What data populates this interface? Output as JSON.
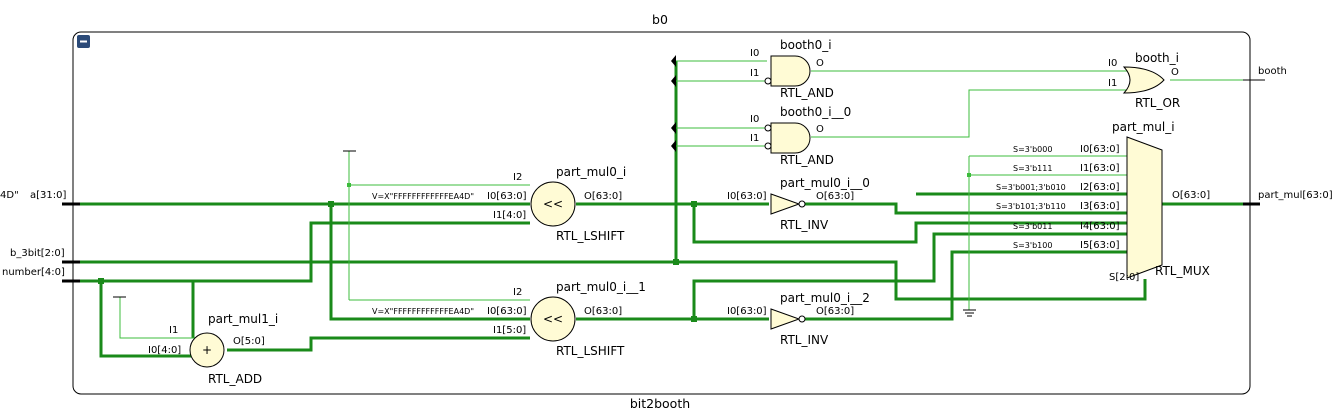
{
  "titles": {
    "top": "b0",
    "bottom": "bit2booth"
  },
  "ports": {
    "a": "a[31:0]",
    "b": "b_3bit[2:0]",
    "number": "number[4:0]",
    "booth": "booth",
    "part_mul": "part_mul[63:0]",
    "left_cut": "4D\""
  },
  "cells": {
    "booth0_i": {
      "name": "booth0_i",
      "type": "RTL_AND",
      "i0": "I0",
      "i1": "I1",
      "o": "O"
    },
    "booth0_i__0": {
      "name": "booth0_i__0",
      "type": "RTL_AND",
      "i0": "I0",
      "i1": "I1",
      "o": "O"
    },
    "booth_i": {
      "name": "booth_i",
      "type": "RTL_OR",
      "i0": "I0",
      "i1": "I1",
      "o": "O"
    },
    "part_mul_i": {
      "name": "part_mul_i",
      "type": "RTL_MUX",
      "sel": "S[2:0]",
      "out": "O[63:0]",
      "inputs": [
        {
          "pin": "I0[63:0]",
          "sel": "S=3'b000"
        },
        {
          "pin": "I1[63:0]",
          "sel": "S=3'b111"
        },
        {
          "pin": "I2[63:0]",
          "sel": "S=3'b001;3'b010"
        },
        {
          "pin": "I3[63:0]",
          "sel": "S=3'b101;3'b110"
        },
        {
          "pin": "I4[63:0]",
          "sel": "S=3'b011"
        },
        {
          "pin": "I5[63:0]",
          "sel": "S=3'b100"
        }
      ]
    },
    "part_mul0_i": {
      "name": "part_mul0_i",
      "type": "RTL_LSHIFT",
      "i2": "I2",
      "i0": "I0[63:0]",
      "i1": "I1[4:0]",
      "o": "O[63:0]",
      "symbol": "<<",
      "const": "V=X\"FFFFFFFFFFFFEA4D\""
    },
    "part_mul0_i__1": {
      "name": "part_mul0_i__1",
      "type": "RTL_LSHIFT",
      "i2": "I2",
      "i0": "I0[63:0]",
      "i1": "I1[5:0]",
      "o": "O[63:0]",
      "symbol": "<<",
      "const": "V=X\"FFFFFFFFFFFFEA4D\""
    },
    "part_mul0_i__0": {
      "name": "part_mul0_i__0",
      "type": "RTL_INV",
      "i0": "I0[63:0]",
      "o": "O[63:0]"
    },
    "part_mul0_i__2": {
      "name": "part_mul0_i__2",
      "type": "RTL_INV",
      "i0": "I0[63:0]",
      "o": "O[63:0]"
    },
    "part_mul1_i": {
      "name": "part_mul1_i",
      "type": "RTL_ADD",
      "i0": "I0[4:0]",
      "i1": "I1",
      "o": "O[5:0]",
      "symbol": "+"
    }
  },
  "colors": {
    "wire": "#1a8a1a",
    "thin_wire": "#3cbc3c",
    "cell_fill": "#fffbd5",
    "collapse_button": "#2b4a78"
  },
  "icons": {
    "collapse": "minus-square-icon"
  }
}
